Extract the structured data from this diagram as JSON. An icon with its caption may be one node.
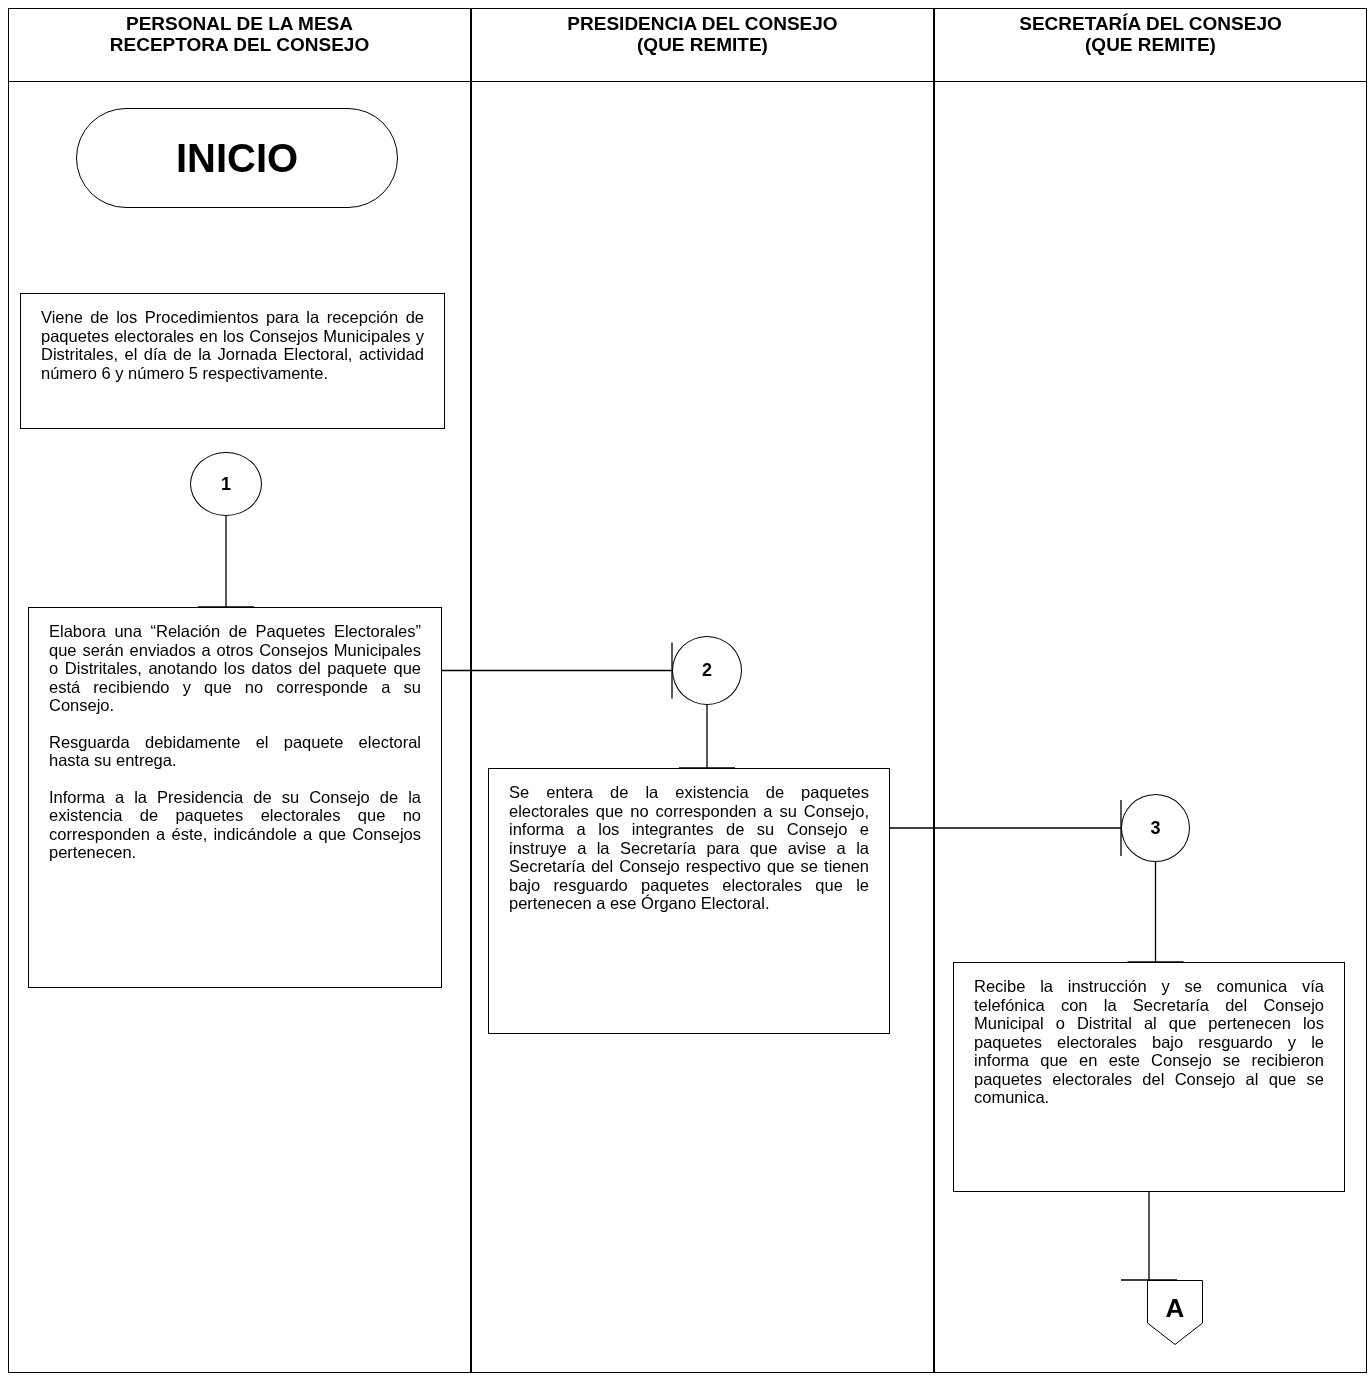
{
  "diagram": {
    "nodes": [
      {
        "text": [
          "PERSONAL DE LA MESA RECEPTORA DEL CONSEJO"
        ]
      },
      {
        "text": [
          "PRESIDENCIA DEL CONSEJO (QUE REMITE)"
        ]
      },
      {
        "text": [
          "SECRETARÍA DEL CONSEJO (QUE REMITE)"
        ]
      },
      {
        "text": [
          "INICIO"
        ],
        "in": 0
      },
      {
        "text": [
          "Viene de los Procedimientos para la recepción de paquetes electorales en los Consejos Municipales y Distritales, el día de la Jornada Electoral, actividad número 6 y número 5 respectivamente."
        ],
        "in": 0
      },
      {
        "text": [
          "1"
        ],
        "in": 0
      },
      {
        "text": [
          "Elabora una “Relación de Paquetes Electorales” que serán enviados a otros Consejos Municipales o Distritales, anotando los datos del paquete que está recibiendo y que no corresponde a su Consejo.",
          "Resguarda debidamente el paquete electoral hasta su entrega.",
          "Informa a la Presidencia de su Consejo de la existencia de paquetes electorales que no corresponden a éste, indicándole a que Consejos pertenecen."
        ],
        "in": 0
      },
      {
        "text": [
          "2"
        ],
        "in": 1
      },
      {
        "text": [
          "Se entera de la existencia de paquetes electorales que no corresponden a su Consejo, informa a los integrantes de su Consejo e instruye a la Secretaría para que avise a la Secretaría del Consejo respectivo que se tienen bajo resguardo paquetes electorales que le pertenecen a ese Órgano Electoral."
        ],
        "in": 1
      },
      {
        "text": [
          "3"
        ],
        "in": 2
      },
      {
        "text": [
          "Recibe la instrucción y se comunica vía telefónica con la Secretaría del Consejo Municipal o Distrital al que pertenecen los paquetes electorales bajo resguardo y le informa que en este Consejo se recibieron paquetes electorales del Consejo al que se comunica."
        ],
        "in": 2
      },
      {
        "text": [
          "A"
        ],
        "in": 2
      }
    ],
    "edges": [
      {
        "from": 5,
        "to": 6,
        "arrow": "other"
      },
      {
        "from": 6,
        "to": 7,
        "arrow": "other"
      },
      {
        "from": 7,
        "to": 8,
        "arrow": "other"
      },
      {
        "from": 8,
        "to": 9,
        "arrow": "other"
      },
      {
        "from": 9,
        "to": 10,
        "arrow": "other"
      },
      {
        "from": 10,
        "to": 11,
        "arrow": "other"
      }
    ]
  }
}
